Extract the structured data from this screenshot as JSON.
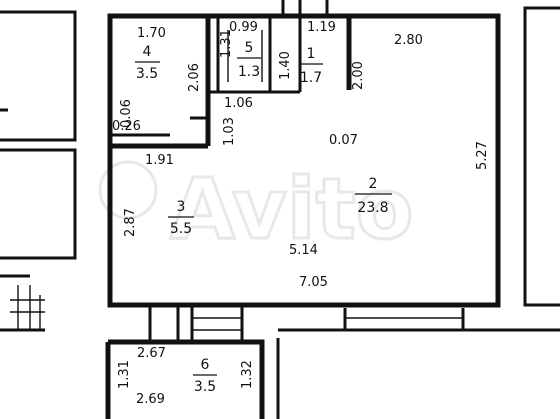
{
  "watermark": "Avito",
  "rooms": [
    {
      "id": "room-1",
      "number": "1",
      "area": "1.7"
    },
    {
      "id": "room-2",
      "number": "2",
      "area": "23.8"
    },
    {
      "id": "room-3",
      "number": "3",
      "area": "5.5"
    },
    {
      "id": "room-4",
      "number": "4",
      "area": "3.5"
    },
    {
      "id": "room-5",
      "number": "5",
      "area": "1.3"
    },
    {
      "id": "room-6",
      "number": "6",
      "area": "3.5"
    }
  ],
  "dimensions": {
    "d_1_70": "1.70",
    "d_0_99": "0.99",
    "d_1_19": "1.19",
    "d_2_80": "2.80",
    "d_1_31_top": "1.31",
    "d_1_40": "1.40",
    "d_2_00": "2.00",
    "d_2_06": "2.06",
    "d_0_06": "0.06",
    "d_1_06": "1.06",
    "d_0_26": "0.26",
    "d_1_03": "1.03",
    "d_0_07": "0.07",
    "d_5_27": "5.27",
    "d_1_91": "1.91",
    "d_2_87": "2.87",
    "d_5_14": "5.14",
    "d_7_05": "7.05",
    "d_2_67": "2.67",
    "d_1_31_bottom": "1.31",
    "d_1_32": "1.32",
    "d_2_69": "2.69"
  }
}
